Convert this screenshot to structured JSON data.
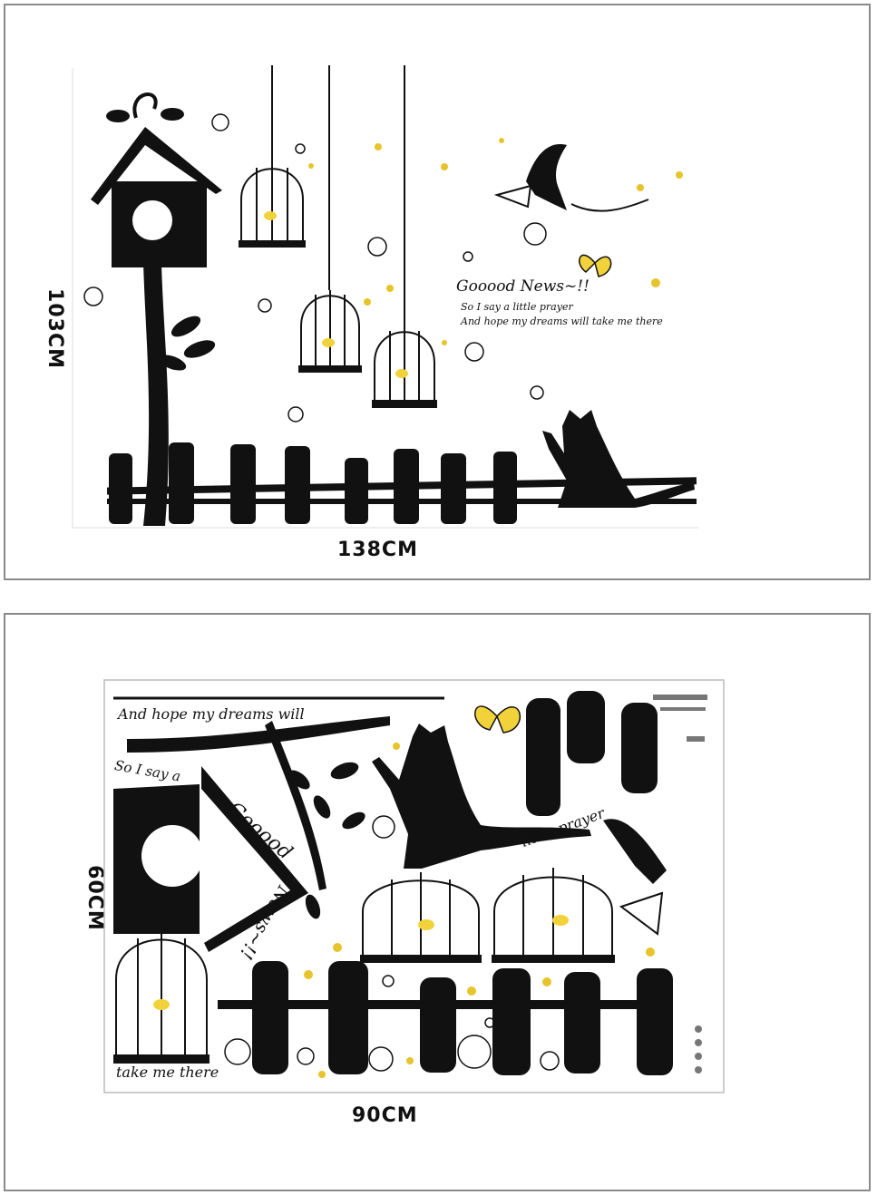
{
  "colors": {
    "ink": "#111111",
    "accent": "#f2d23a",
    "frame": "#8a8a8a"
  },
  "top_panel": {
    "height_label": "103CM",
    "width_label": "138CM",
    "headline": "Gooood News~!!",
    "line1": "So I say a little prayer",
    "line2": "And hope my dreams will take me there"
  },
  "bottom_panel": {
    "height_label": "60CM",
    "width_label": "90CM",
    "words": {
      "dreams": "And hope my dreams will",
      "say": "So I say a",
      "gooood": "Gooood",
      "news": "News~!!",
      "little_prayer": "little prayer",
      "take_me": "take me there"
    }
  }
}
